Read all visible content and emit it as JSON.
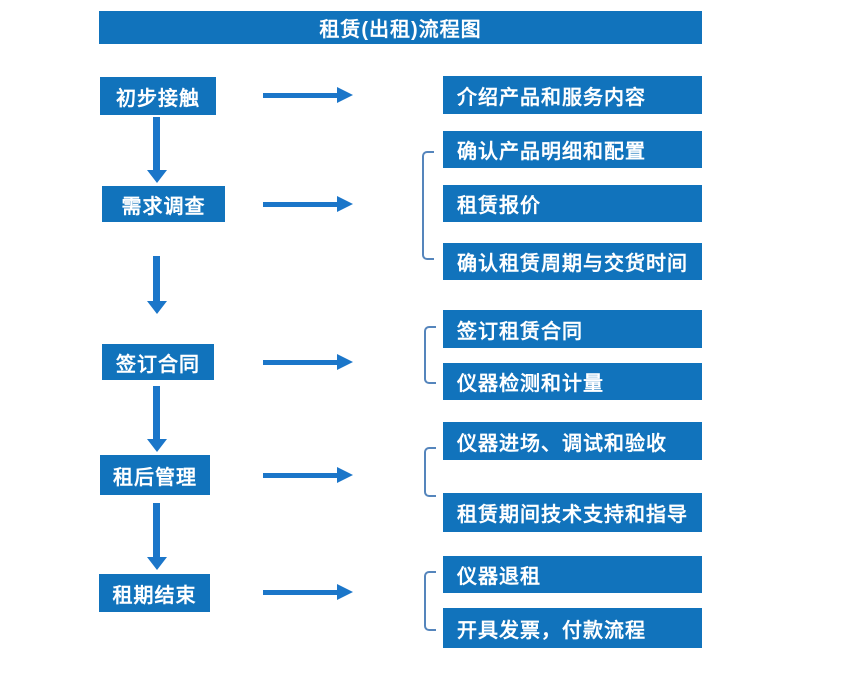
{
  "title": "租赁(出租)流程图",
  "colors": {
    "box_blue": "#1173BC",
    "arrow_blue": "#1B76C9",
    "bracket_blue": "#5585BC",
    "text_white": "#FFFFFF",
    "background": "#FFFFFF"
  },
  "steps": [
    {
      "label": "初步接触",
      "details": [
        "介绍产品和服务内容"
      ]
    },
    {
      "label": "需求调查",
      "details": [
        "确认产品明细和配置",
        "租赁报价",
        "确认租赁周期与交货时间"
      ]
    },
    {
      "label": "签订合同",
      "details": [
        "签订租赁合同",
        "仪器检测和计量"
      ]
    },
    {
      "label": "租后管理",
      "details": [
        "仪器进场、调试和验收",
        "租赁期间技术支持和指导"
      ]
    },
    {
      "label": "租期结束",
      "details": [
        "仪器退租",
        "开具发票，付款流程"
      ]
    }
  ]
}
